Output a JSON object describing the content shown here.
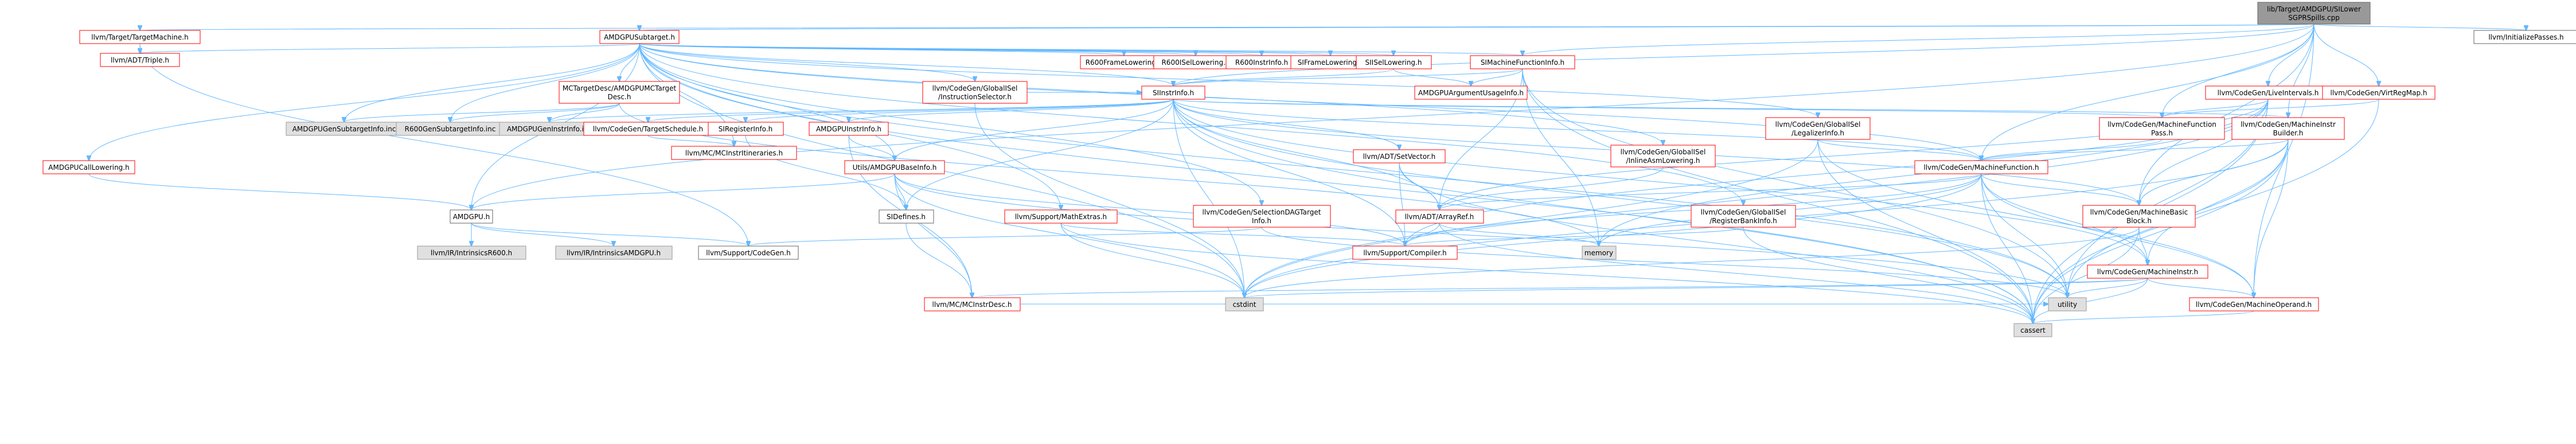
{
  "colors": {
    "edge": "#63b8ff",
    "undocumented_border": "#ff0000",
    "external_fill": "#e0e0e0",
    "root_fill": "#999999"
  },
  "nodes": [
    {
      "id": "root",
      "style": "dark",
      "lines": [
        "lib/Target/AMDGPU/SILower",
        "SGPRSpills.cpp"
      ]
    },
    {
      "id": "TargetMachine",
      "style": "red",
      "lines": [
        "llvm/Target/TargetMachine.h"
      ]
    },
    {
      "id": "AMDGPUSubtarget",
      "style": "red",
      "lines": [
        "AMDGPUSubtarget.h"
      ]
    },
    {
      "id": "InitializePasses",
      "style": "plain",
      "lines": [
        "llvm/InitializePasses.h"
      ]
    },
    {
      "id": "Triple",
      "style": "red",
      "lines": [
        "llvm/ADT/Triple.h"
      ]
    },
    {
      "id": "R600FrameLowering",
      "style": "red",
      "lines": [
        "R600FrameLowering.h"
      ]
    },
    {
      "id": "R600ISelLowering",
      "style": "red",
      "lines": [
        "R600ISelLowering.h"
      ]
    },
    {
      "id": "R600InstrInfo",
      "style": "red",
      "lines": [
        "R600InstrInfo.h"
      ]
    },
    {
      "id": "SIFrameLowering",
      "style": "red",
      "lines": [
        "SIFrameLowering.h"
      ]
    },
    {
      "id": "SIISelLowering",
      "style": "red",
      "lines": [
        "SIISelLowering.h"
      ]
    },
    {
      "id": "SIMachineFunctionInfo",
      "style": "red",
      "lines": [
        "SIMachineFunctionInfo.h"
      ]
    },
    {
      "id": "MCTargetDesc",
      "style": "red",
      "lines": [
        "MCTargetDesc/AMDGPUMCTarget",
        "Desc.h"
      ]
    },
    {
      "id": "InstructionSelector",
      "style": "red",
      "lines": [
        "llvm/CodeGen/GlobalISel",
        "/InstructionSelector.h"
      ]
    },
    {
      "id": "AMDGPUArgumentUsageInfo",
      "style": "red",
      "lines": [
        "AMDGPUArgumentUsageInfo.h"
      ]
    },
    {
      "id": "SIInstrInfo",
      "style": "red",
      "lines": [
        "SIInstrInfo.h"
      ]
    },
    {
      "id": "LiveIntervals",
      "style": "red",
      "lines": [
        "llvm/CodeGen/LiveIntervals.h"
      ]
    },
    {
      "id": "VirtRegMap",
      "style": "red",
      "lines": [
        "llvm/CodeGen/VirtRegMap.h"
      ]
    },
    {
      "id": "AMDGPUCallLowering",
      "style": "red",
      "lines": [
        "AMDGPUCallLowering.h"
      ]
    },
    {
      "id": "AMDGPUSubtargetInfo",
      "style": "gray",
      "lines": [
        "AMDGPUGenSubtargetInfo.inc"
      ]
    },
    {
      "id": "R600SubtargetInfo",
      "style": "gray",
      "lines": [
        "R600GenSubtargetInfo.inc"
      ]
    },
    {
      "id": "AMDGPUGenInstrInfo",
      "style": "gray",
      "lines": [
        "AMDGPUGenInstrInfo.inc"
      ]
    },
    {
      "id": "TargetSchedule",
      "style": "red",
      "lines": [
        "llvm/CodeGen/TargetSchedule.h"
      ]
    },
    {
      "id": "SIRegisterInfo",
      "style": "red",
      "lines": [
        "SIRegisterInfo.h"
      ]
    },
    {
      "id": "AMDGPUInstrInfo",
      "style": "red",
      "lines": [
        "AMDGPUInstrInfo.h"
      ]
    },
    {
      "id": "SetVector",
      "style": "red",
      "lines": [
        "llvm/ADT/SetVector.h"
      ]
    },
    {
      "id": "InlineAsmLowering",
      "style": "red",
      "lines": [
        "llvm/CodeGen/GlobalISel",
        "/InlineAsmLowering.h"
      ]
    },
    {
      "id": "LegalizerInfo",
      "style": "red",
      "lines": [
        "llvm/CodeGen/GlobalISel",
        "/LegalizerInfo.h"
      ]
    },
    {
      "id": "MachineFunctionPass",
      "style": "red",
      "lines": [
        "llvm/CodeGen/MachineFunction",
        "Pass.h"
      ]
    },
    {
      "id": "MachineInstrBuilder",
      "style": "red",
      "lines": [
        "llvm/CodeGen/MachineInstr",
        "Builder.h"
      ]
    },
    {
      "id": "MCInstrItineraries",
      "style": "red",
      "lines": [
        "llvm/MC/MCInstrItineraries.h"
      ]
    },
    {
      "id": "AMDGPUBaseInfo",
      "style": "red",
      "lines": [
        "Utils/AMDGPUBaseInfo.h"
      ]
    },
    {
      "id": "MachineFunction",
      "style": "red",
      "lines": [
        "llvm/CodeGen/MachineFunction.h"
      ]
    },
    {
      "id": "AMDGPU",
      "style": "plain",
      "lines": [
        "AMDGPU.h"
      ]
    },
    {
      "id": "MathExtras",
      "style": "red",
      "lines": [
        "llvm/Support/MathExtras.h"
      ]
    },
    {
      "id": "SelectionDAGTargetInfo",
      "style": "red",
      "lines": [
        "llvm/CodeGen/SelectionDAGTarget",
        "Info.h"
      ]
    },
    {
      "id": "SIDefines",
      "style": "plain",
      "lines": [
        "SIDefines.h"
      ]
    },
    {
      "id": "ArrayRef",
      "style": "red",
      "lines": [
        "llvm/ADT/ArrayRef.h"
      ]
    },
    {
      "id": "RegisterBankInfo",
      "style": "red",
      "lines": [
        "llvm/CodeGen/GlobalISel",
        "/RegisterBankInfo.h"
      ]
    },
    {
      "id": "MachineBasicBlock",
      "style": "red",
      "lines": [
        "llvm/CodeGen/MachineBasic",
        "Block.h"
      ]
    },
    {
      "id": "IntrinsicsR600",
      "style": "gray",
      "lines": [
        "llvm/IR/IntrinsicsR600.h"
      ]
    },
    {
      "id": "IntrinsicsAMDGPU",
      "style": "gray",
      "lines": [
        "llvm/IR/IntrinsicsAMDGPU.h"
      ]
    },
    {
      "id": "SupportCodeGen",
      "style": "plain",
      "lines": [
        "llvm/Support/CodeGen.h"
      ]
    },
    {
      "id": "memory",
      "style": "gray",
      "lines": [
        "memory"
      ]
    },
    {
      "id": "Compiler",
      "style": "red",
      "lines": [
        "llvm/Support/Compiler.h"
      ]
    },
    {
      "id": "MachineInstr",
      "style": "red",
      "lines": [
        "llvm/CodeGen/MachineInstr.h"
      ]
    },
    {
      "id": "MCInstrDesc",
      "style": "red",
      "lines": [
        "llvm/MC/MCInstrDesc.h"
      ]
    },
    {
      "id": "cstdint",
      "style": "gray",
      "lines": [
        "cstdint"
      ]
    },
    {
      "id": "utility",
      "style": "gray",
      "lines": [
        "utility"
      ]
    },
    {
      "id": "MachineOperand",
      "style": "red",
      "lines": [
        "llvm/CodeGen/MachineOperand.h"
      ]
    },
    {
      "id": "cassert",
      "style": "gray",
      "lines": [
        "cassert"
      ]
    }
  ],
  "edges": [
    [
      "root",
      "TargetMachine"
    ],
    [
      "root",
      "AMDGPUSubtarget"
    ],
    [
      "root",
      "InitializePasses"
    ],
    [
      "root",
      "SIMachineFunctionInfo"
    ],
    [
      "root",
      "LiveIntervals"
    ],
    [
      "root",
      "VirtRegMap"
    ],
    [
      "root",
      "MachineFunctionPass"
    ],
    [
      "root",
      "MachineInstrBuilder"
    ],
    [
      "root",
      "MachineFunction"
    ],
    [
      "root",
      "AMDGPU"
    ],
    [
      "root",
      "MachineBasicBlock"
    ],
    [
      "root",
      "MachineOperand"
    ],
    [
      "root",
      "SIInstrInfo"
    ],
    [
      "TargetMachine",
      "Triple"
    ],
    [
      "TargetMachine",
      "SupportCodeGen"
    ],
    [
      "AMDGPUSubtarget",
      "Triple"
    ],
    [
      "AMDGPUSubtarget",
      "R600FrameLowering"
    ],
    [
      "AMDGPUSubtarget",
      "R600ISelLowering"
    ],
    [
      "AMDGPUSubtarget",
      "R600InstrInfo"
    ],
    [
      "AMDGPUSubtarget",
      "SIFrameLowering"
    ],
    [
      "AMDGPUSubtarget",
      "SIISelLowering"
    ],
    [
      "AMDGPUSubtarget",
      "SIMachineFunctionInfo"
    ],
    [
      "AMDGPUSubtarget",
      "MCTargetDesc"
    ],
    [
      "AMDGPUSubtarget",
      "InstructionSelector"
    ],
    [
      "AMDGPUSubtarget",
      "AMDGPUCallLowering"
    ],
    [
      "AMDGPUSubtarget",
      "AMDGPUSubtargetInfo"
    ],
    [
      "AMDGPUSubtarget",
      "R600SubtargetInfo"
    ],
    [
      "AMDGPUSubtarget",
      "SIInstrInfo"
    ],
    [
      "AMDGPUSubtarget",
      "InlineAsmLowering"
    ],
    [
      "AMDGPUSubtarget",
      "LegalizerInfo"
    ],
    [
      "AMDGPUSubtarget",
      "RegisterBankInfo"
    ],
    [
      "AMDGPUSubtarget",
      "SelectionDAGTargetInfo"
    ],
    [
      "AMDGPUSubtarget",
      "MathExtras"
    ],
    [
      "AMDGPUSubtarget",
      "AMDGPU"
    ],
    [
      "AMDGPUSubtarget",
      "MCInstrItineraries"
    ],
    [
      "AMDGPUSubtarget",
      "AMDGPUBaseInfo"
    ],
    [
      "AMDGPUSubtarget",
      "MachineFunction"
    ],
    [
      "AMDGPUSubtarget",
      "utility"
    ],
    [
      "AMDGPUSubtarget",
      "cstdint"
    ],
    [
      "AMDGPUSubtarget",
      "cassert"
    ],
    [
      "SIISelLowering",
      "SIInstrInfo"
    ],
    [
      "SIISelLowering",
      "AMDGPUArgumentUsageInfo"
    ],
    [
      "SIMachineFunctionInfo",
      "SIInstrInfo"
    ],
    [
      "SIMachineFunctionInfo",
      "AMDGPUArgumentUsageInfo"
    ],
    [
      "SIMachineFunctionInfo",
      "ArrayRef"
    ],
    [
      "SIMachineFunctionInfo",
      "memory"
    ],
    [
      "SIMachineFunctionInfo",
      "utility"
    ],
    [
      "SIMachineFunctionInfo",
      "cassert"
    ],
    [
      "MCTargetDesc",
      "AMDGPUGenInstrInfo"
    ],
    [
      "MCTargetDesc",
      "R600SubtargetInfo"
    ],
    [
      "MCTargetDesc",
      "AMDGPUSubtargetInfo"
    ],
    [
      "MCTargetDesc",
      "memory"
    ],
    [
      "InstructionSelector",
      "SIInstrInfo"
    ],
    [
      "InstructionSelector",
      "cstdint"
    ],
    [
      "SIInstrInfo",
      "AMDGPUGenInstrInfo"
    ],
    [
      "SIInstrInfo",
      "TargetSchedule"
    ],
    [
      "SIInstrInfo",
      "SIRegisterInfo"
    ],
    [
      "SIInstrInfo",
      "AMDGPUInstrInfo"
    ],
    [
      "SIInstrInfo",
      "SetVector"
    ],
    [
      "SIInstrInfo",
      "AMDGPUBaseInfo"
    ],
    [
      "SIInstrInfo",
      "SIDefines"
    ],
    [
      "SIInstrInfo",
      "MachineFunction"
    ],
    [
      "SIInstrInfo",
      "MachineBasicBlock"
    ],
    [
      "SIInstrInfo",
      "MachineInstr"
    ],
    [
      "SIInstrInfo",
      "MachineInstrBuilder"
    ],
    [
      "SIInstrInfo",
      "ArrayRef"
    ],
    [
      "SIInstrInfo",
      "Compiler"
    ],
    [
      "SIInstrInfo",
      "cstdint"
    ],
    [
      "SIInstrInfo",
      "utility"
    ],
    [
      "SIInstrInfo",
      "cassert"
    ],
    [
      "SIInstrInfo",
      "MachineFunctionPass"
    ],
    [
      "LiveIntervals",
      "MachineFunctionPass"
    ],
    [
      "LiveIntervals",
      "MachineBasicBlock"
    ],
    [
      "LiveIntervals",
      "ArrayRef"
    ],
    [
      "LiveIntervals",
      "Compiler"
    ],
    [
      "LiveIntervals",
      "cstdint"
    ],
    [
      "LiveIntervals",
      "utility"
    ],
    [
      "LiveIntervals",
      "cassert"
    ],
    [
      "LiveIntervals",
      "memory"
    ],
    [
      "VirtRegMap",
      "MachineFunctionPass"
    ],
    [
      "VirtRegMap",
      "cassert"
    ],
    [
      "AMDGPUCallLowering",
      "AMDGPU"
    ],
    [
      "TargetSchedule",
      "MCInstrItineraries"
    ],
    [
      "SIRegisterInfo",
      "SIDefines"
    ],
    [
      "AMDGPUInstrInfo",
      "AMDGPUBaseInfo"
    ],
    [
      "AMDGPUInstrInfo",
      "MCInstrDesc"
    ],
    [
      "SetVector",
      "ArrayRef"
    ],
    [
      "SetVector",
      "Compiler"
    ],
    [
      "SetVector",
      "cassert"
    ],
    [
      "InlineAsmLowering",
      "ArrayRef"
    ],
    [
      "LegalizerInfo",
      "MachineFunction"
    ],
    [
      "LegalizerInfo",
      "cstdint"
    ],
    [
      "LegalizerInfo",
      "cassert"
    ],
    [
      "LegalizerInfo",
      "MachineOperand"
    ],
    [
      "MachineFunctionPass",
      "MachineFunction"
    ],
    [
      "MachineInstrBuilder",
      "MachineFunction"
    ],
    [
      "MachineInstrBuilder",
      "MachineBasicBlock"
    ],
    [
      "MachineInstrBuilder",
      "MachineInstr"
    ],
    [
      "MachineInstrBuilder",
      "MachineOperand"
    ],
    [
      "MachineInstrBuilder",
      "cstdint"
    ],
    [
      "MachineInstrBuilder",
      "utility"
    ],
    [
      "MachineInstrBuilder",
      "cassert"
    ],
    [
      "AMDGPUBaseInfo",
      "AMDGPU"
    ],
    [
      "AMDGPUBaseInfo",
      "SIDefines"
    ],
    [
      "AMDGPUBaseInfo",
      "MCInstrDesc"
    ],
    [
      "AMDGPUBaseInfo",
      "Compiler"
    ],
    [
      "AMDGPUBaseInfo",
      "cstdint"
    ],
    [
      "AMDGPUBaseInfo",
      "utility"
    ],
    [
      "MachineFunction",
      "ArrayRef"
    ],
    [
      "MachineFunction",
      "MachineBasicBlock"
    ],
    [
      "MachineFunction",
      "MachineInstr"
    ],
    [
      "MachineFunction",
      "Compiler"
    ],
    [
      "MachineFunction",
      "memory"
    ],
    [
      "MachineFunction",
      "utility"
    ],
    [
      "MachineFunction",
      "cstdint"
    ],
    [
      "MachineFunction",
      "cassert"
    ],
    [
      "MachineFunction",
      "MachineOperand"
    ],
    [
      "AMDGPU",
      "IntrinsicsR600"
    ],
    [
      "AMDGPU",
      "IntrinsicsAMDGPU"
    ],
    [
      "AMDGPU",
      "SupportCodeGen"
    ],
    [
      "MathExtras",
      "Compiler"
    ],
    [
      "MathExtras",
      "cstdint"
    ],
    [
      "MathExtras",
      "cassert"
    ],
    [
      "SelectionDAGTargetInfo",
      "SupportCodeGen"
    ],
    [
      "SelectionDAGTargetInfo",
      "utility"
    ],
    [
      "SIDefines",
      "MCInstrDesc"
    ],
    [
      "ArrayRef",
      "Compiler"
    ],
    [
      "ArrayRef",
      "memory"
    ],
    [
      "ArrayRef",
      "cassert"
    ],
    [
      "RegisterBankInfo",
      "Compiler"
    ],
    [
      "RegisterBankInfo",
      "cassert"
    ],
    [
      "MachineBasicBlock",
      "MachineInstr"
    ],
    [
      "MachineBasicBlock",
      "cstdint"
    ],
    [
      "MachineBasicBlock",
      "cassert"
    ],
    [
      "MachineInstr",
      "MachineOperand"
    ],
    [
      "MachineInstr",
      "MCInstrDesc"
    ],
    [
      "MachineInstr",
      "cstdint"
    ],
    [
      "MachineInstr",
      "utility"
    ],
    [
      "MachineInstr",
      "cassert"
    ],
    [
      "MCInstrDesc",
      "utility"
    ],
    [
      "MachineOperand",
      "cassert"
    ]
  ]
}
